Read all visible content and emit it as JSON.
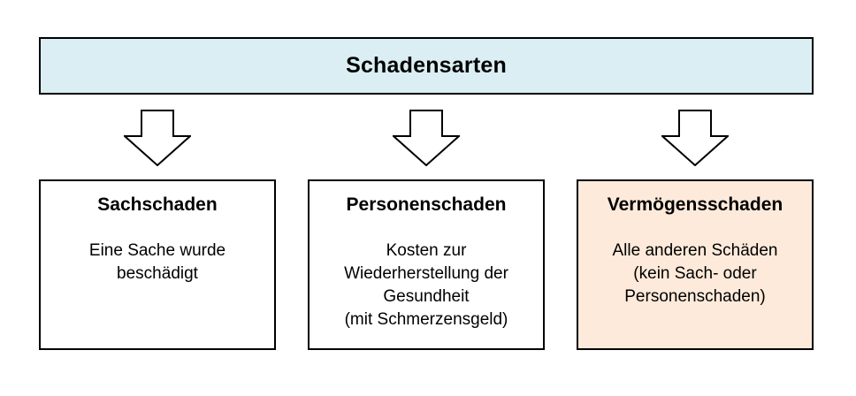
{
  "diagram": {
    "header": {
      "title": "Schadensarten"
    },
    "arrows": [
      {
        "icon": "down-arrow-icon"
      },
      {
        "icon": "down-arrow-icon"
      },
      {
        "icon": "down-arrow-icon"
      }
    ],
    "nodes": [
      {
        "title": "Sachschaden",
        "body": "Eine Sache wurde\nbeschädigt",
        "highlighted": false
      },
      {
        "title": "Personenschaden",
        "body": "Kosten zur\nWiederherstellung der\nGesundheit\n(mit Schmerzensgeld)",
        "highlighted": false
      },
      {
        "title": "Vermögensschaden",
        "body": "Alle anderen Schäden\n(kein Sach- oder\nPersonenschaden)",
        "highlighted": true
      }
    ],
    "colors": {
      "header_fill": "#daeef3",
      "highlight_fill": "#fdeada",
      "border": "#000000",
      "text": "#000000",
      "background": "#ffffff"
    }
  }
}
